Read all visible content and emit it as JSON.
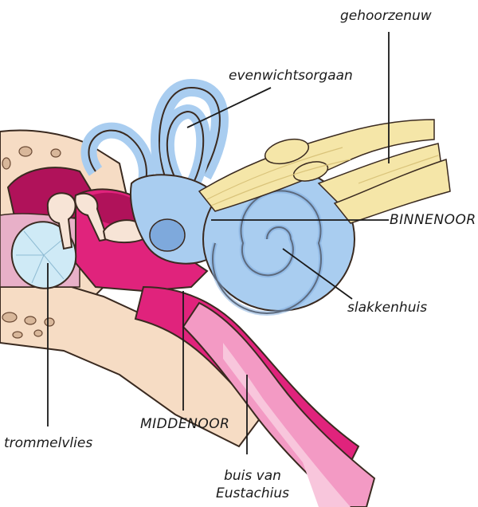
{
  "labels": {
    "gehoorzenuw": "gehoorzenuw",
    "evenwichtsorgaan": "evenwichtsorgaan",
    "binnenoor": "BINNENOOR",
    "slakkenhuis": "slakkenhuis",
    "middenoor": "MIDDENOOR",
    "trommelvlies": "trommelvlies",
    "buis_line1": "buis van",
    "buis_line2": "Eustachius"
  },
  "colors": {
    "skin": "#f6dcc4",
    "bone_spots": "#d8b79a",
    "dark_red": "#b0125a",
    "magenta": "#e0237c",
    "pink": "#f39ac4",
    "light_pink": "#f8c6dc",
    "ear_canal": "#e8b0c8",
    "labyrinth": "#a9cdf0",
    "labyrinth_dark": "#7ea9dc",
    "nerve": "#f5e6a8",
    "drum": "#cfeaf6",
    "ossicle": "#f7e4d6"
  }
}
